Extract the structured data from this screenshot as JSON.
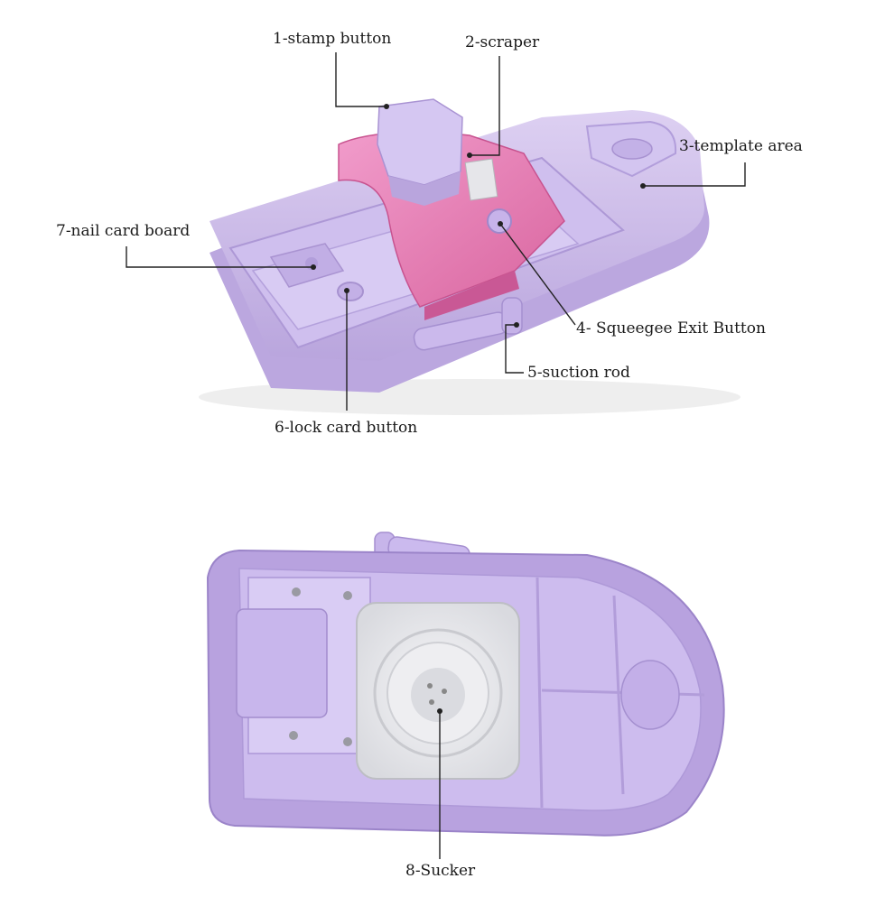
{
  "labels": {
    "stamp_button": "1-stamp button",
    "scraper": "2-scraper",
    "template_area": "3-template area",
    "squeegee_exit_button": "4- Squeegee Exit Button",
    "suction_rod": "5-suction rod",
    "lock_card_button": "6-lock card button",
    "nail_card_board": "7-nail card board",
    "sucker": "8-Sucker"
  },
  "colors": {
    "body_lavender": "#c7b4e6",
    "body_light": "#ddd0f2",
    "body_dark": "#a893cf",
    "pink_carriage": "#ec86bd",
    "pink_dark": "#d4609f",
    "clear_sucker": "#e9eaec",
    "leader_line": "#222222"
  }
}
